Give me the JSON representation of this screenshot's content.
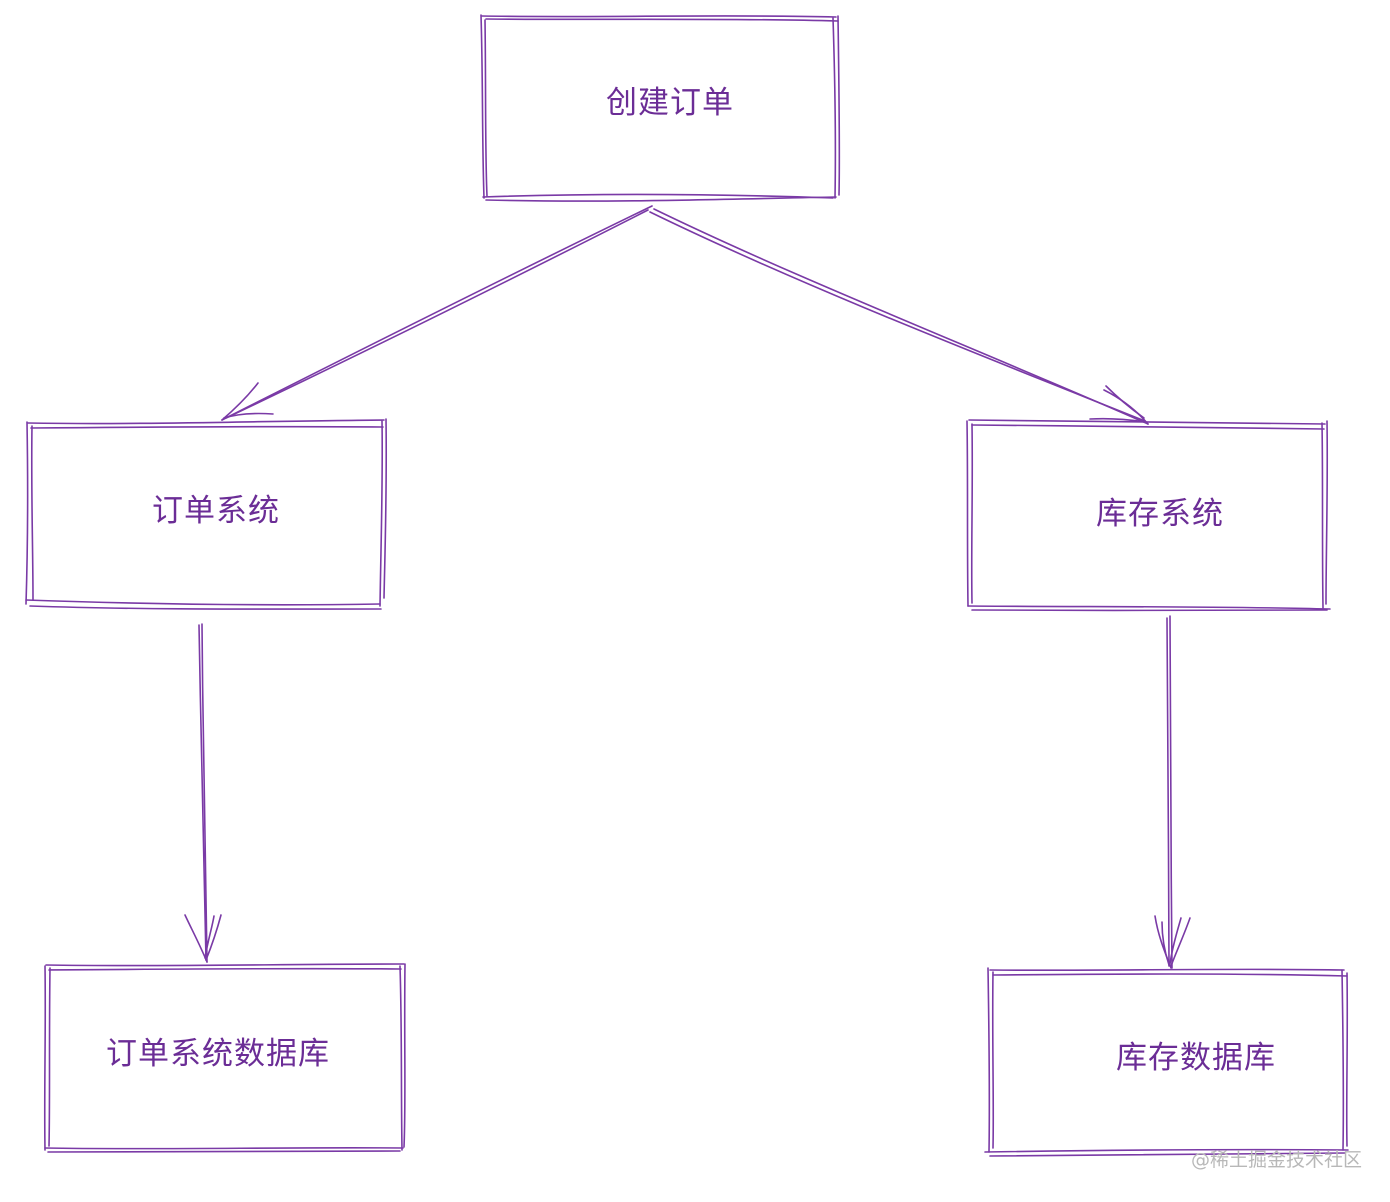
{
  "diagram": {
    "nodes": {
      "create_order": "创建订单",
      "order_system": "订单系统",
      "inventory_system": "库存系统",
      "order_database": "订单系统数据库",
      "inventory_database": "库存数据库"
    },
    "edges": [
      {
        "from": "create_order",
        "to": "order_system"
      },
      {
        "from": "create_order",
        "to": "inventory_system"
      },
      {
        "from": "order_system",
        "to": "order_database"
      },
      {
        "from": "inventory_system",
        "to": "inventory_database"
      }
    ]
  },
  "watermark": "@稀土掘金技术社区",
  "colors": {
    "stroke": "#7a3aa6",
    "text": "#6b2d96"
  }
}
